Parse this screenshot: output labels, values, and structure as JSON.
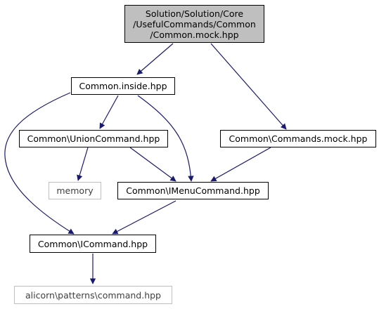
{
  "graph": {
    "root": {
      "lines": [
        "Solution/Solution/Core",
        "/UsefulCommands/Common",
        "/Common.mock.hpp"
      ]
    },
    "nodes": {
      "common_inside": "Common.inside.hpp",
      "union_command": "Common\\UnionCommand.hpp",
      "commands_mock": "Common\\Commands.mock.hpp",
      "memory": "memory",
      "imenu_command": "Common\\IMenuCommand.hpp",
      "icommand": "Common\\ICommand.hpp",
      "alicorn_command": "alicorn\\patterns\\command.hpp"
    },
    "colors": {
      "edge": "#191970",
      "root_fill": "#bfbfbf",
      "external_border": "#bfbfbf",
      "node_border": "#000000"
    }
  }
}
